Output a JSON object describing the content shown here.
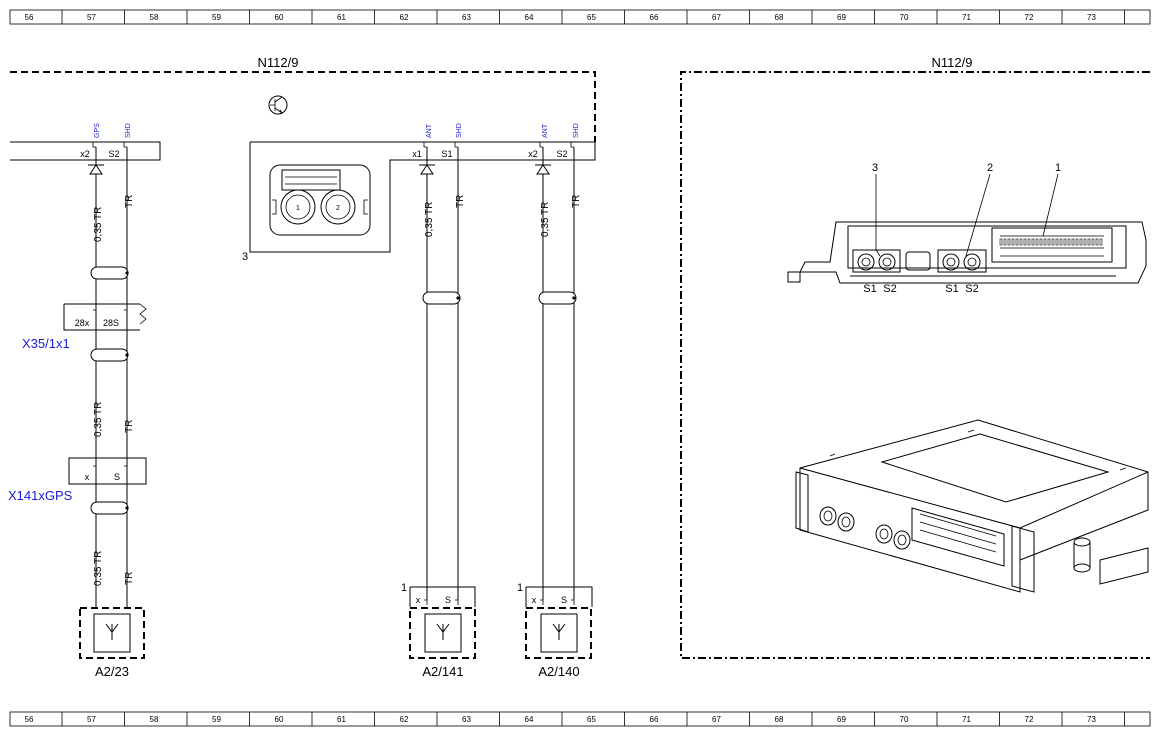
{
  "ruler": {
    "columns": [
      "56",
      "57",
      "58",
      "59",
      "60",
      "61",
      "62",
      "63",
      "64",
      "65",
      "66",
      "67",
      "68",
      "69",
      "70",
      "71",
      "72",
      "73"
    ]
  },
  "left_block": {
    "title": "N112/9",
    "top_pins": [
      {
        "label": "GPS",
        "pin": "x2"
      },
      {
        "label": "SHD",
        "pin": "S2"
      },
      {
        "label": "ANT",
        "pin": "x1"
      },
      {
        "label": "SHD",
        "pin": "S1"
      },
      {
        "label": "ANT",
        "pin": "x2"
      },
      {
        "label": "SHD",
        "pin": "S2"
      }
    ],
    "connector_callout": "3",
    "connector_pins": [
      "1",
      "2"
    ]
  },
  "wires": {
    "gauge_a": "0,35 TR",
    "gauge_b": "TR"
  },
  "connectors": {
    "x35": {
      "name": "X35/1x1",
      "pins": [
        "28x",
        "28S"
      ]
    },
    "x141": {
      "name": "X141xGPS",
      "pins": [
        "x",
        "S"
      ]
    }
  },
  "antennas": [
    {
      "name": "A2/23",
      "callout": "",
      "pins": []
    },
    {
      "name": "A2/141",
      "callout": "1",
      "pins": [
        "x",
        "S"
      ]
    },
    {
      "name": "A2/140",
      "callout": "1",
      "pins": [
        "x",
        "S"
      ]
    }
  ],
  "right_block": {
    "title": "N112/9",
    "callouts": [
      "3",
      "2",
      "1"
    ],
    "socket_labels": [
      "S1",
      "S2",
      "S1",
      "S2"
    ]
  },
  "colors": {
    "line": "#000000",
    "designation": "#1a1ad6"
  }
}
